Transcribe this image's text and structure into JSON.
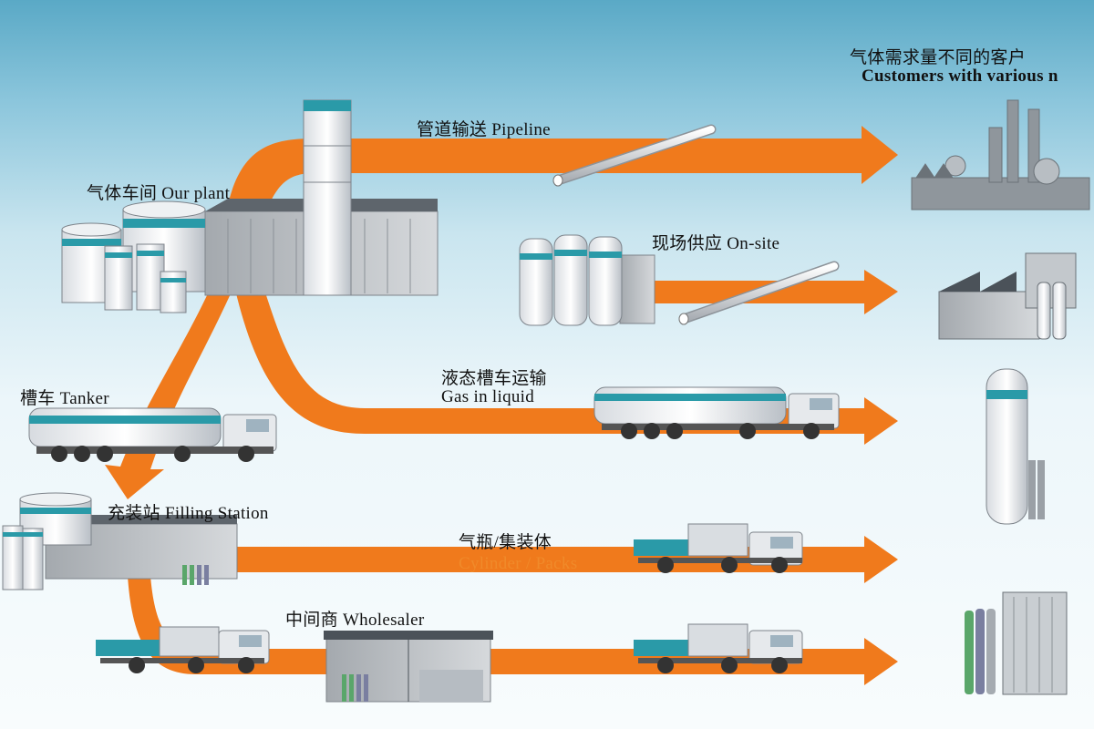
{
  "labels": {
    "customers_cn": "气体需求量不同的客户",
    "customers_en": "Customers with various n",
    "pipeline": "管道输送  Pipeline",
    "our_plant": "气体车间    Our plant",
    "onsite": "现场供应    On-site",
    "gas_liquid_cn": "液态槽车运输",
    "gas_liquid_en": "Gas in liquid",
    "tanker": "槽车  Tanker",
    "filling_station": "充装站  Filling Station",
    "cylinder_cn": "气瓶/集装体",
    "cylinder_en": "Cylinder / Packs",
    "wholesaler": "中间商   Wholesaler"
  },
  "colors": {
    "arrow": "#f07a1c",
    "arrow_highlight": "#f8a24a",
    "teal_band": "#2a9aa8",
    "building_grey": "#9aa0a6"
  },
  "icons": [
    "industrial-factory-icon",
    "onsite-plant-icon",
    "cryogenic-tank-icon",
    "cylinder-bundle-icon",
    "tanker-truck-icon",
    "flatbed-truck-icon",
    "pipe-icon"
  ]
}
